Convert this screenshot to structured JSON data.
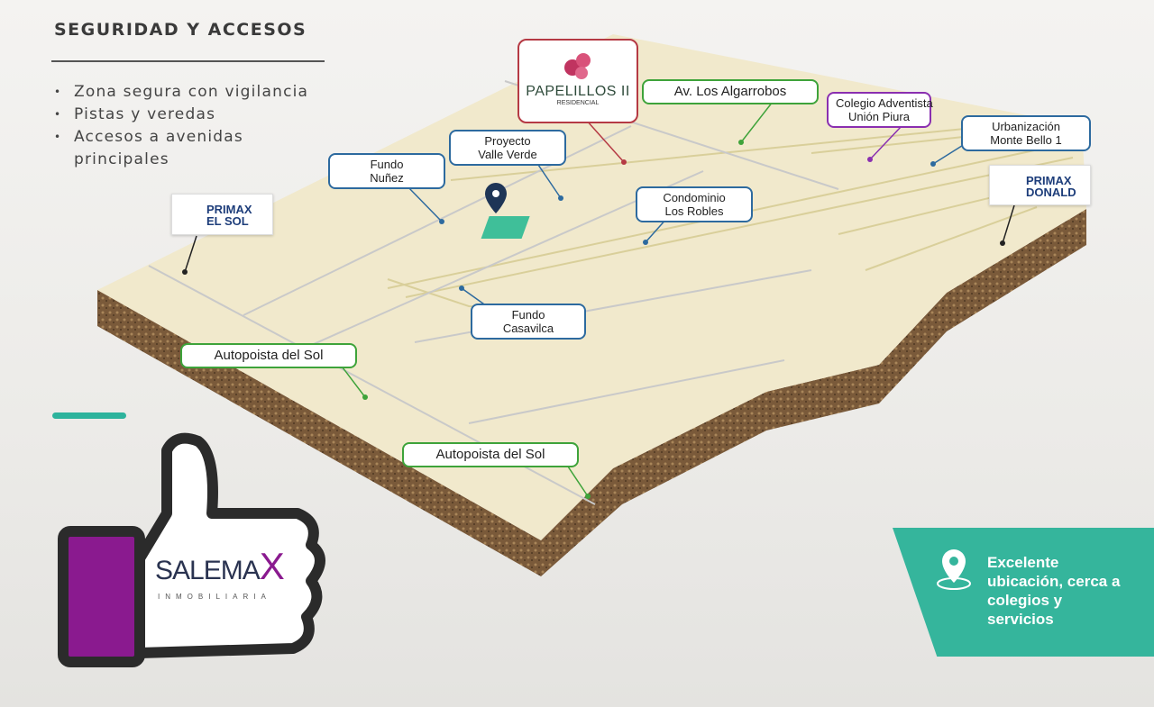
{
  "header": {
    "title": "SEGURIDAD Y ACCESOS",
    "bullets": [
      "Zona segura con vigilancia",
      "Pistas y veredas",
      "Accesos a avenidas principales"
    ]
  },
  "map_labels": {
    "papelillos": {
      "name": "PAPELILLOS II",
      "sub": "RESIDENCIAL"
    },
    "algarrobos": "Av. Los Algarrobos",
    "colegio": [
      "Colegio Adventista",
      "Unión Piura"
    ],
    "monte_bello": [
      "Urbanización",
      "Monte Bello 1"
    ],
    "primax_donald": [
      "PRIMAX",
      "DONALD"
    ],
    "primax_sol": [
      "PRIMAX",
      "EL SOL"
    ],
    "valle_verde": [
      "Proyecto",
      "Valle Verde"
    ],
    "nunez": [
      "Fundo",
      "Nuñez"
    ],
    "robles": [
      "Condominio",
      "Los Robles"
    ],
    "casavilca": [
      "Fundo",
      "Casavilca"
    ],
    "autopista1": "Autopoista del Sol",
    "autopista2": "Autopoista del Sol"
  },
  "callout": {
    "text": "Excelente ubicación, cerca a colegios y servicios"
  },
  "logo": {
    "brand": "SALEMA",
    "brand_x": "X",
    "sub": "INMOBILIARIA"
  },
  "colors": {
    "teal": "#35b59c",
    "purple": "#8a1a8f",
    "map": "#f1e9cc",
    "soil": "#7a5a3a"
  }
}
